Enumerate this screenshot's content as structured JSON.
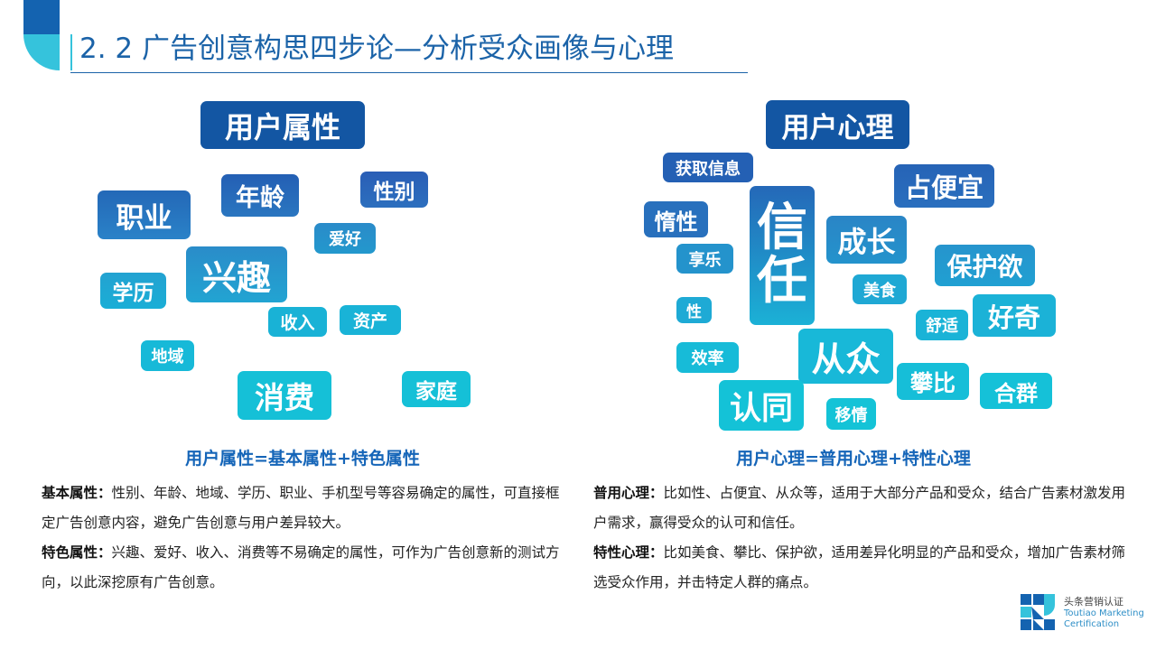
{
  "header": {
    "title": "2. 2 广告创意构思四步论—分析受众画像与心理"
  },
  "colors": {
    "dark_blue": "#1356a3",
    "mid_blue": "#2581c4",
    "cyan": "#16c2d6",
    "title_blue": "#1b63a8",
    "formula_blue": "#1565b8",
    "deco_light": "#35c3dc"
  },
  "left_cloud": {
    "header": "用户属性",
    "tags": [
      {
        "label": "职业"
      },
      {
        "label": "年龄"
      },
      {
        "label": "性别"
      },
      {
        "label": "爱好"
      },
      {
        "label": "兴趣"
      },
      {
        "label": "学历"
      },
      {
        "label": "收入"
      },
      {
        "label": "资产"
      },
      {
        "label": "地域"
      },
      {
        "label": "消费"
      },
      {
        "label": "家庭"
      }
    ]
  },
  "right_cloud": {
    "header": "用户心理",
    "tags": [
      {
        "label": "获取信息"
      },
      {
        "label": "占便宜"
      },
      {
        "label": "惰性"
      },
      {
        "label": "信任",
        "chars": [
          "信",
          "任"
        ]
      },
      {
        "label": "成长"
      },
      {
        "label": "享乐"
      },
      {
        "label": "保护欲"
      },
      {
        "label": "美食"
      },
      {
        "label": "性"
      },
      {
        "label": "舒适"
      },
      {
        "label": "好奇"
      },
      {
        "label": "从众"
      },
      {
        "label": "效率"
      },
      {
        "label": "攀比"
      },
      {
        "label": "合群"
      },
      {
        "label": "认同"
      },
      {
        "label": "移情"
      }
    ]
  },
  "left_text": {
    "formula": "用户属性=基本属性+特色属性",
    "paragraphs": [
      {
        "term": "基本属性：",
        "body": "性别、年龄、地域、学历、职业、手机型号等容易确定的属性，可直接框定广告创意内容，避免广告创意与用户差异较大。"
      },
      {
        "term": "特色属性：",
        "body": "兴趣、爱好、收入、消费等不易确定的属性，可作为广告创意新的测试方向，以此深挖原有广告创意。"
      }
    ]
  },
  "right_text": {
    "formula": "用户心理=普用心理+特性心理",
    "paragraphs": [
      {
        "term": "普用心理：",
        "body": "比如性、占便宜、从众等，适用于大部分产品和受众，结合广告素材激发用户需求，赢得受众的认可和信任。"
      },
      {
        "term": "特性心理：",
        "body": "比如美食、攀比、保护欲，适用差异化明显的产品和受众，增加广告素材筛选受众作用，并击特定人群的痛点。"
      }
    ]
  },
  "logo": {
    "cn": "头条营销认证",
    "en_line1": "Toutiao Marketing",
    "en_line2": "Certification"
  }
}
